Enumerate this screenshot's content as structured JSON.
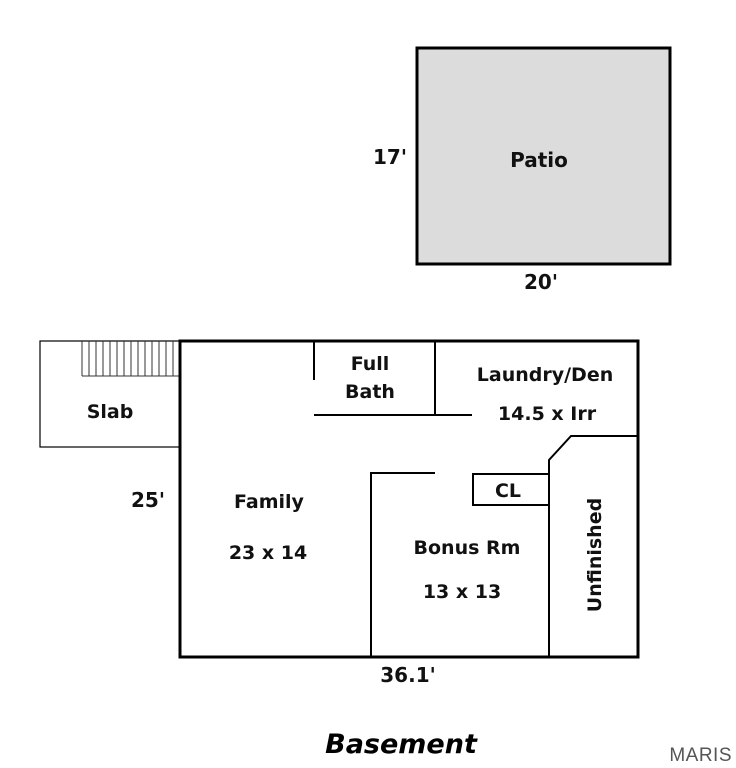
{
  "patio": {
    "name": "Patio",
    "height_dim": "17'",
    "width_dim": "20'"
  },
  "house": {
    "height_dim": "25'",
    "width_dim": "36.1'"
  },
  "rooms": {
    "slab": "Slab",
    "full_bath_line1": "Full",
    "full_bath_line2": "Bath",
    "laundry_name": "Laundry/Den",
    "laundry_size": "14.5 x Irr",
    "closet": "CL",
    "family_name": "Family",
    "family_size": "23 x 14",
    "bonus_name": "Bonus Rm",
    "bonus_size": "13 x 13",
    "unfinished": "Unfinished"
  },
  "caption": "Basement",
  "watermark": "MARIS",
  "colors": {
    "patio_fill": "#dcdcdc",
    "wall": "#000000"
  }
}
